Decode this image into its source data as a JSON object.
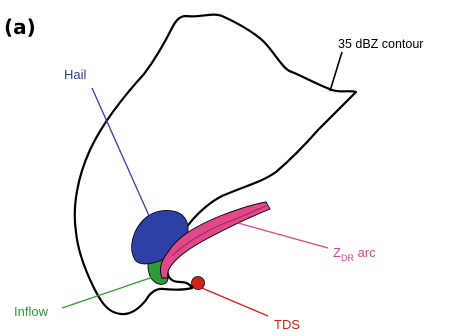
{
  "figure": {
    "panel_label": "(a)",
    "labels": {
      "contour": "35 dBZ contour",
      "hail": "Hail",
      "zdr_main": "Z",
      "zdr_sub": "DR",
      "zdr_suffix": " arc",
      "inflow": "Inflow",
      "tds": "TDS"
    },
    "colors": {
      "contour": "#000000",
      "hail": "#2e3fa6",
      "zdr_arc": "#e0488a",
      "inflow": "#2f9a3a",
      "tds": "#d3241c"
    }
  }
}
